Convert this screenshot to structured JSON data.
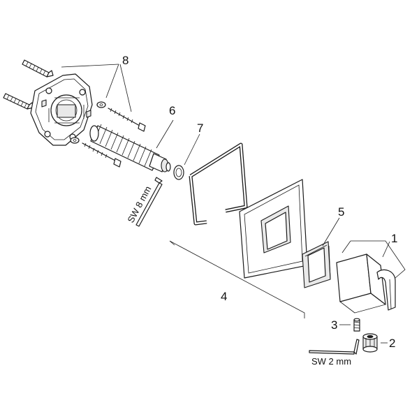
{
  "callouts": {
    "c1": "1",
    "c2": "2",
    "c3": "3",
    "c4": "4",
    "c5": "5",
    "c6": "6",
    "c7": "7",
    "c8": "8"
  },
  "tools": {
    "hex_key_large": "SW 8 mm",
    "hex_key_small": "SW 2 mm"
  }
}
